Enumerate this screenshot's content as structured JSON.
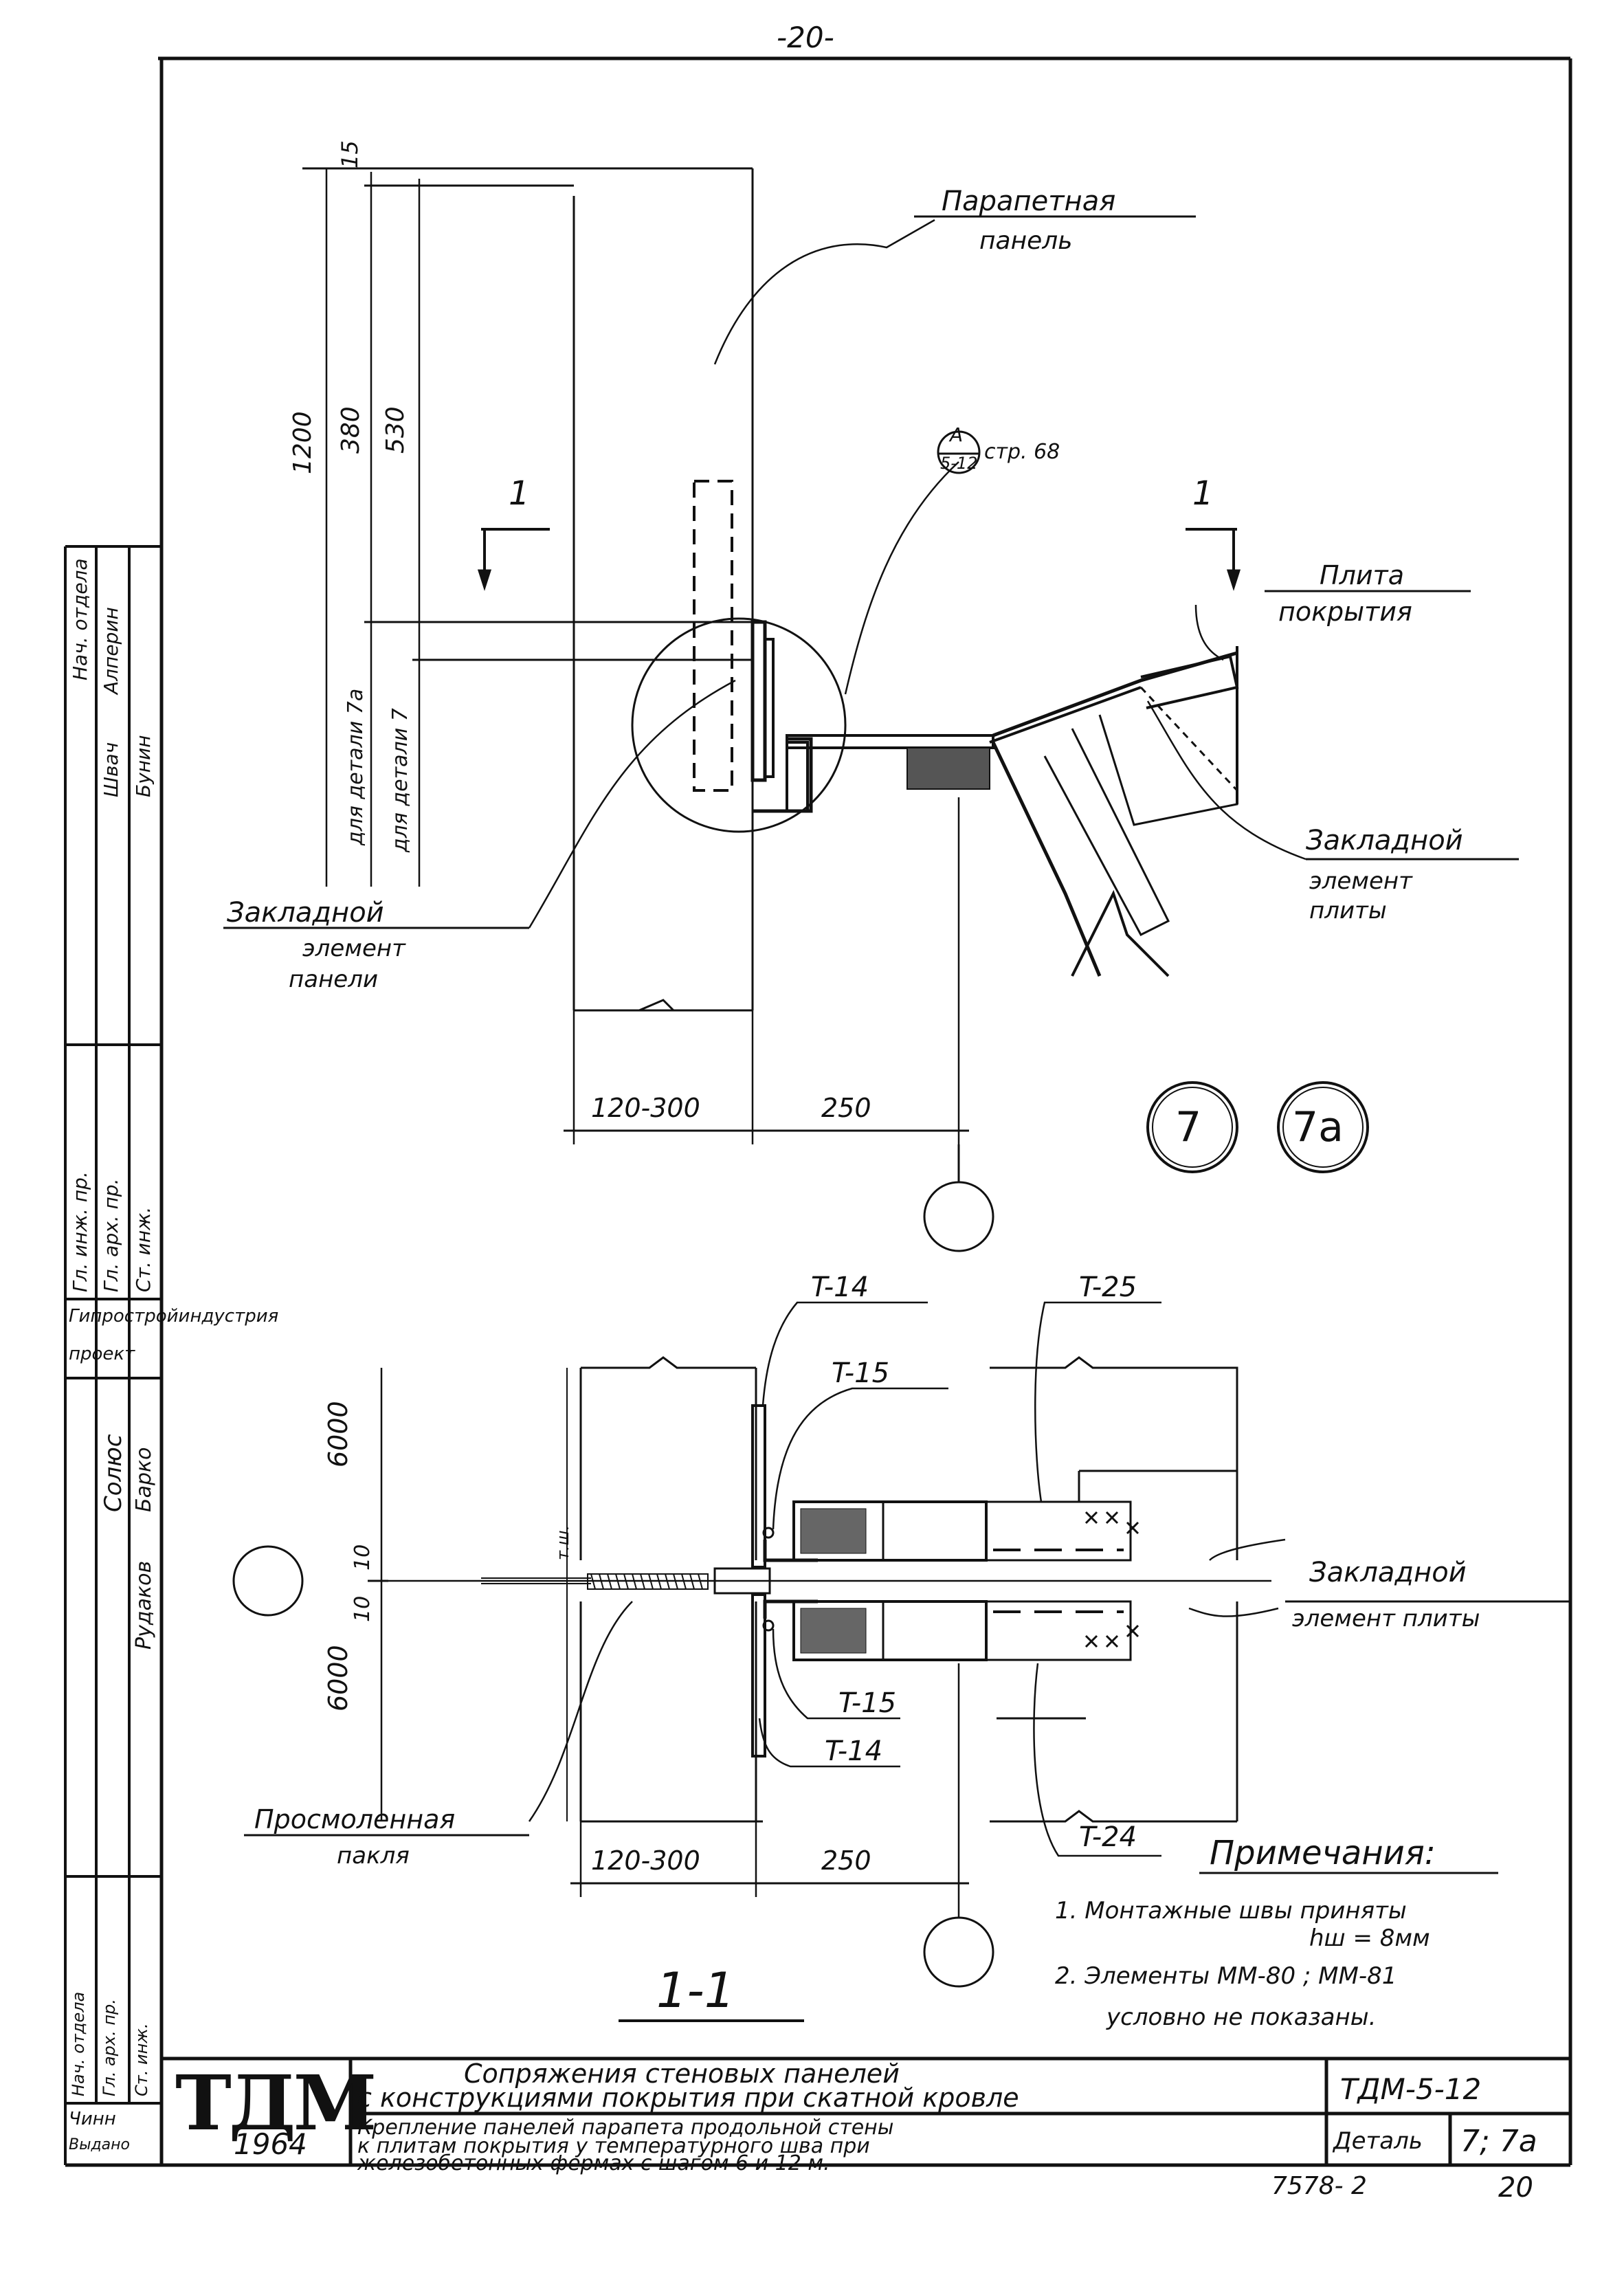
{
  "page": {
    "page_number_top": "-20-",
    "sheet_number_bottom": "20",
    "archive_number": "7578-  2"
  },
  "labels": {
    "parapet_panel": [
      "Парапетная",
      "панель"
    ],
    "roof_slab": [
      "Плита",
      "покрытия"
    ],
    "embedded_slab": [
      "Закладной",
      "элемент",
      "плиты"
    ],
    "embedded_panel": [
      "Закладной",
      "элемент",
      "панели"
    ],
    "embedded_slab_plan": [
      "Закладной",
      "элемент плиты"
    ],
    "tarred_tow": [
      "Просмоленная",
      "пакля"
    ],
    "ref_letter": "A",
    "ref_sheet": "5-12",
    "ref_page": "стр. 68",
    "section_mark": "1",
    "dims_upper": {
      "d15": "15",
      "d1200": "1200",
      "d380": "380",
      "d530": "530",
      "for_7a": "для детали 7а",
      "for_7": "для детали 7",
      "d120_300": "120-300",
      "d250": "250"
    },
    "dims_lower": {
      "d6000_top": "6000",
      "d6000_bottom": "6000",
      "d10_top": "10",
      "d10_bottom": "10",
      "tsh": "т.ш.",
      "d120_300": "120-300",
      "d250": "250"
    },
    "details": [
      "7",
      "7а"
    ],
    "items": {
      "t14_top": "T-14",
      "t15_top": "T-15",
      "t25": "T-25",
      "t15_bottom": "T-15",
      "t14_bottom": "T-14",
      "t24": "T-24"
    },
    "section_title": "1-1"
  },
  "notes": {
    "heading": "Примечания:",
    "n1": "1. Монтажные швы приняты",
    "n1b": "hш = 8мм",
    "n2": "2. Элементы ММ-80 ; ММ-81",
    "n2b": "условно не показаны."
  },
  "side_stamp": {
    "upper_roles": [
      "Нач. отдела",
      "Гл. инж. пр.",
      "Гл. арх. пр.",
      "Ст. инж."
    ],
    "upper_names": [
      "Алперин",
      "Швач",
      "Бунин"
    ],
    "org": [
      "Гипростройиндустрия",
      "проект"
    ],
    "lower_names": [
      "Солюс",
      "Барко",
      "Рудаков"
    ],
    "lower_roles": [
      "Нач. отдела",
      "Гл. арх. пр.",
      "Ст. инж."
    ],
    "bottom": [
      "Чинн",
      "Выдано"
    ]
  },
  "title_block": {
    "logo": "ТДМ",
    "year": "1964",
    "title_line1": "Сопряжения стеновых панелей",
    "title_line2": "с конструкциями покрытия при скатной кровле",
    "code": "ТДМ-5-12",
    "desc_line1": "Крепление панелей парапета продольной стены",
    "desc_line2": "к плитам покрытия у температурного шва при",
    "desc_line3": "железобетонных фермах с шагом 6 и 12 м.",
    "detail_label": "Деталь",
    "detail_value": "7; 7а"
  }
}
